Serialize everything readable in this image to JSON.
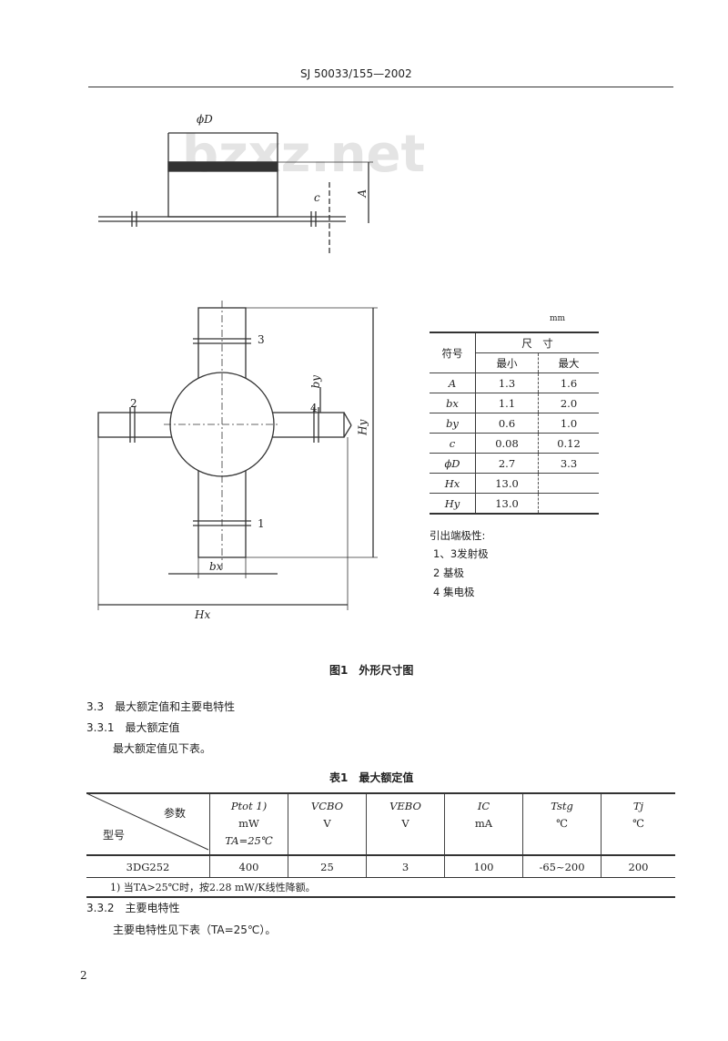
{
  "header": {
    "doc_id": "SJ 50033/155—2002"
  },
  "watermark": "bzxz.net",
  "figure1": {
    "labels": {
      "phiD": "ϕD",
      "A": "A",
      "c": "c",
      "by": "by",
      "Hy": "Hy",
      "bx": "bx",
      "Hx": "Hx",
      "pin1": "1",
      "pin2": "2",
      "pin3": "3",
      "pin4": "4"
    },
    "caption": "图1　外形尺寸图"
  },
  "dim_table": {
    "unit": "mm",
    "symbol_header": "符号",
    "size_header": "尺　寸",
    "min_header": "最小",
    "max_header": "最大",
    "rows": [
      {
        "sym": "A",
        "min": "1.3",
        "max": "1.6"
      },
      {
        "sym": "bx",
        "min": "1.1",
        "max": "2.0"
      },
      {
        "sym": "by",
        "min": "0.6",
        "max": "1.0"
      },
      {
        "sym": "c",
        "min": "0.08",
        "max": "0.12"
      },
      {
        "sym": "ϕD",
        "min": "2.7",
        "max": "3.3"
      },
      {
        "sym": "Hx",
        "min": "13.0",
        "max": ""
      },
      {
        "sym": "Hy",
        "min": "13.0",
        "max": ""
      }
    ]
  },
  "pin_notes": {
    "title": "引出端极性:",
    "items": [
      "1、3发射极",
      "2 基极",
      "4 集电极"
    ]
  },
  "section_3_3": "3.3　最大额定值和主要电特性",
  "section_3_3_1": "3.3.1　最大额定值",
  "para_3_3_1": "最大额定值见下表。",
  "table1": {
    "title": "表1　最大额定值",
    "corner_param": "参数",
    "corner_model": "型号",
    "cols": [
      {
        "sym": "Ptot 1)",
        "unit": "mW",
        "cond": "TA=25℃"
      },
      {
        "sym": "VCBO",
        "unit": "V"
      },
      {
        "sym": "VEBO",
        "unit": "V"
      },
      {
        "sym": "IC",
        "unit": "mA"
      },
      {
        "sym": "Tstg",
        "unit": "℃"
      },
      {
        "sym": "Tj",
        "unit": "℃"
      }
    ],
    "row": {
      "model": "3DG252",
      "values": [
        "400",
        "25",
        "3",
        "100",
        "-65~200",
        "200"
      ]
    },
    "footnote": "1)  当TA>25℃时，按2.28 mW/K线性降额。"
  },
  "section_3_3_2": "3.3.2　主要电特性",
  "para_3_3_2": "主要电特性见下表（TA=25℃）。",
  "page_number": "2"
}
